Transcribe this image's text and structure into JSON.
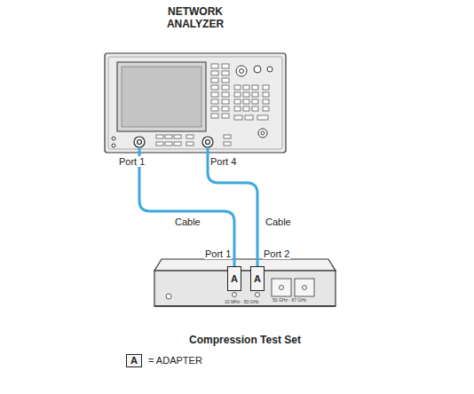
{
  "diagram": {
    "nodes": [
      {
        "text": [
          "NETWORK ANALYZER"
        ]
      },
      {
        "text": [
          "Compression Test Set"
        ]
      },
      {
        "text": [
          "A"
        ],
        "in": 1
      },
      {
        "text": [
          "A"
        ],
        "in": 1
      }
    ],
    "edges": [
      {
        "from": 0,
        "to": 2,
        "arrow": "none",
        "label": "Cable"
      },
      {
        "from": 0,
        "to": 3,
        "arrow": "none",
        "label": "Cable"
      }
    ],
    "labels": [
      "Port 1",
      "Port 4",
      "Port 1",
      "Port 2",
      "10 MHz - 50 GHz",
      "50 GHz - 67 GHz",
      "A"
    ],
    "legend": [
      {
        "text": "= ADAPTER"
      }
    ]
  }
}
